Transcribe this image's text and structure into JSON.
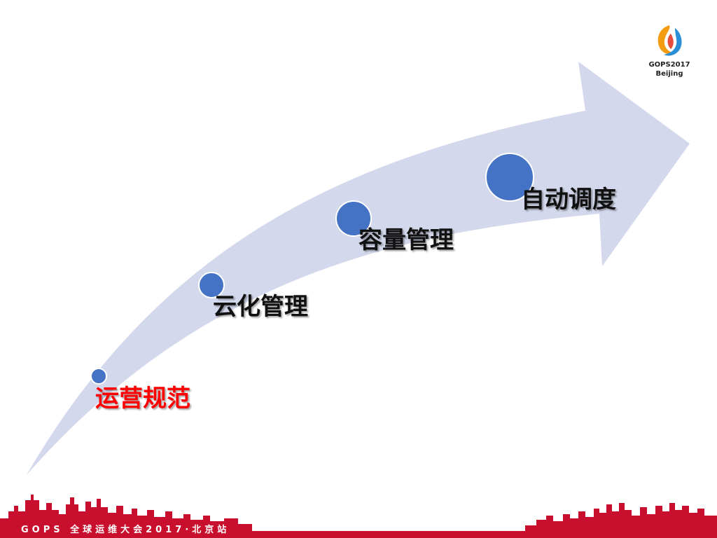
{
  "colors": {
    "arrow": "#d3d8ec",
    "dot": "#4472c4",
    "dot_stroke": "#ffffff",
    "highlight": "#ff0000",
    "text": "#111111",
    "skyline": "#c8102e"
  },
  "stages": [
    {
      "label": "运营规范",
      "highlight": true
    },
    {
      "label": "云化管理",
      "highlight": false
    },
    {
      "label": "容量管理",
      "highlight": false
    },
    {
      "label": "自动调度",
      "highlight": false
    }
  ],
  "logo": {
    "icon": "gops-flame-logo",
    "line1": "GOPS2017",
    "line2": "Beijing"
  },
  "footer": {
    "text": "GOPS 全球运维大会2017·北京站"
  }
}
